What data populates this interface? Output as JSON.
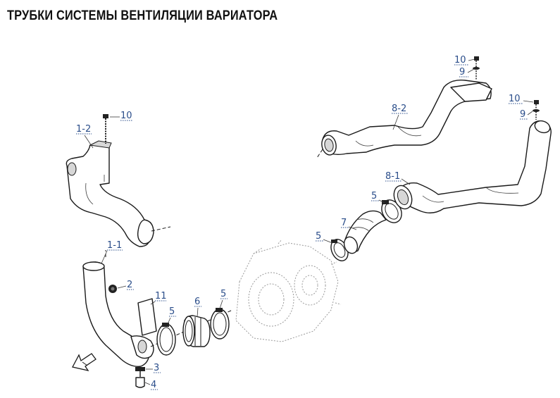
{
  "title": "ТРУБКИ СИСТЕМЫ ВЕНТИЛЯЦИИ ВАРИАТОРА",
  "callouts": {
    "c10a": "10",
    "c9a": "9",
    "c82": "8-2",
    "c10b": "10",
    "c9b": "9",
    "c81": "8-1",
    "c5a": "5",
    "c7": "7",
    "c5b": "5",
    "c10c": "10",
    "c12": "1-2",
    "c11": "1-1",
    "c2": "2",
    "c11b": "11",
    "c6": "6",
    "c5c": "5",
    "c5d": "5",
    "c3": "3",
    "c4": "4"
  },
  "colors": {
    "callout": "#2a4d8a",
    "line": "#1a1a1a",
    "title": "#111111"
  },
  "icons": [
    "front-arrow-icon"
  ]
}
